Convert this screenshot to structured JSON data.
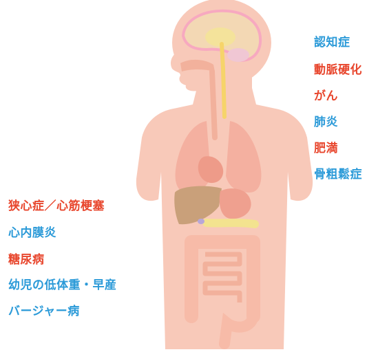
{
  "colors": {
    "red": "#e8462d",
    "blue": "#2b9ad8",
    "skin": "#f8c9b9",
    "skin_dark": "#f2b19c",
    "lung": "#f4b0a0",
    "liver": "#c9a07a",
    "stomach": "#efa08f",
    "pancreas": "#f3e38f",
    "brain": "#f3d8b4",
    "brain_outline": "#f7a9c0",
    "spine": "#f6d46a",
    "intestine": "#f7bba8"
  },
  "icons": [
    "human-body-illustration"
  ],
  "right_labels": [
    {
      "text": "認知症",
      "color": "blue"
    },
    {
      "text": "動脈硬化",
      "color": "red"
    },
    {
      "text": "がん",
      "color": "red"
    },
    {
      "text": "肺炎",
      "color": "blue"
    },
    {
      "text": "肥満",
      "color": "red"
    },
    {
      "text": "骨粗鬆症",
      "color": "blue"
    }
  ],
  "left_labels": [
    {
      "text": "狭心症／心筋梗塞",
      "color": "red"
    },
    {
      "text": "心内膜炎",
      "color": "blue"
    },
    {
      "text": "糖尿病",
      "color": "red"
    },
    {
      "text": "幼児の低体重・早産",
      "color": "blue"
    },
    {
      "text": "バージャー病",
      "color": "blue"
    }
  ]
}
